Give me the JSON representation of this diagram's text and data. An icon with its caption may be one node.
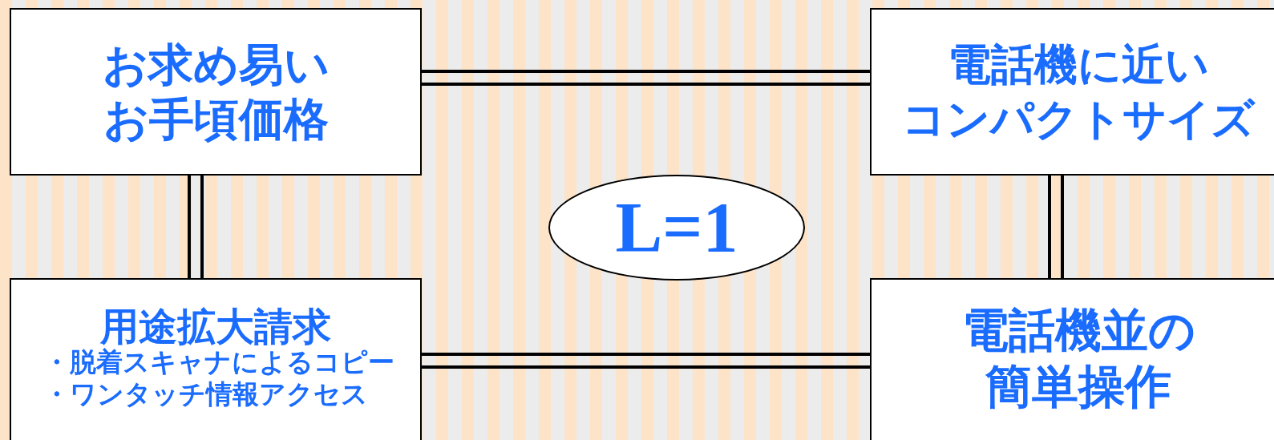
{
  "diagram": {
    "nodes": [
      {
        "text": [
          "お求め易い",
          "お手頃価格"
        ]
      },
      {
        "text": [
          "電話機に近い",
          "コンパクトサイズ"
        ]
      },
      {
        "text": [
          "用途拡大請求",
          "・脱着スキャナによるコピー",
          "・ワンタッチ情報アクセス"
        ]
      },
      {
        "text": [
          "電話機並の",
          "簡単操作"
        ]
      },
      {
        "text": [
          "L=1"
        ]
      }
    ],
    "edges": [
      {
        "from": 0,
        "to": 1,
        "arrow": "none"
      },
      {
        "from": 0,
        "to": 2,
        "arrow": "none"
      },
      {
        "from": 1,
        "to": 3,
        "arrow": "none"
      },
      {
        "from": 2,
        "to": 3,
        "arrow": "none"
      }
    ]
  }
}
